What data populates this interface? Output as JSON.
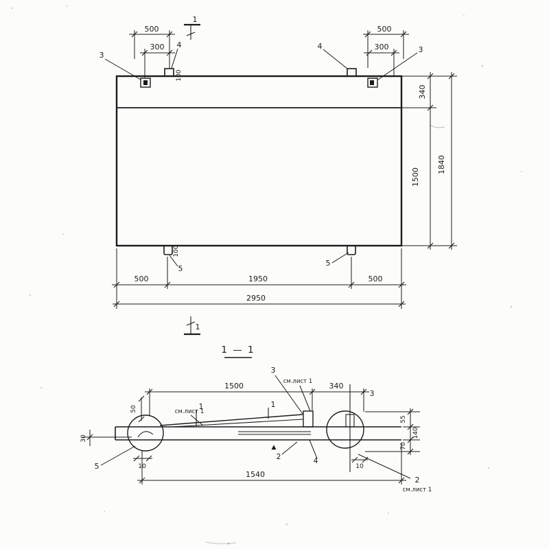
{
  "colors": {
    "paper": "#fcfcfa",
    "ink": "#1a1a1a"
  },
  "plan": {
    "dims": {
      "top_left_500": "500",
      "top_left_300": "300",
      "top_right_500": "500",
      "top_right_300": "300",
      "tab_offset_top": "100",
      "right_340": "340",
      "right_1500": "1500",
      "right_1840": "1840",
      "bottom_left_500": "500",
      "bottom_mid_1950": "1950",
      "bottom_right_500": "500",
      "bottom_total": "2950",
      "tab_offset_bottom": "100"
    },
    "callouts": {
      "detail_3_left": "3",
      "detail_4_left": "4",
      "detail_4_right": "4",
      "detail_3_right": "3",
      "detail_5_left": "5",
      "detail_5_right": "5",
      "section_mark_top": "1",
      "section_mark_bottom": "1"
    }
  },
  "section": {
    "title": "1 — 1",
    "dims": {
      "top_1500": "1500",
      "top_340": "340",
      "left_50": "50",
      "far_left_30": "30",
      "left_10": "10",
      "right_10": "10",
      "right_55": "55",
      "right_140": "140",
      "right_70": "70",
      "bottom_1540": "1540"
    },
    "callouts": {
      "c3_top": "3",
      "c3_right": "3",
      "pos1_a": "1",
      "pos1_b": "1",
      "c5_left": "5",
      "c2_mid": "2",
      "c4_mid": "4",
      "c2_right": "2"
    },
    "notes": {
      "see_sheet_top": "см.лист 1",
      "see_sheet_left": "см.лист 1",
      "see_sheet_bottom": "см.лист 1"
    },
    "marker_triangle": "▲"
  }
}
